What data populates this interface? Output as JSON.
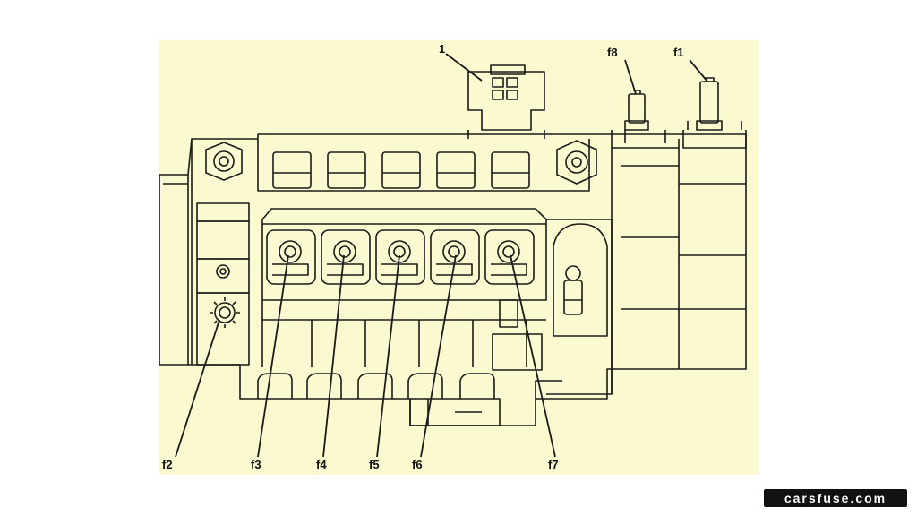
{
  "diagram": {
    "labels": {
      "part1": "1",
      "f8": "f8",
      "f1": "f1",
      "f2": "f2",
      "f3": "f3",
      "f4": "f4",
      "f5": "f5",
      "f6": "f6",
      "f7": "f7"
    }
  },
  "watermark": "carsfuse.com",
  "colors": {
    "background": "#fbf9cf",
    "lines": "#1a1a1a",
    "watermark_bg": "#111111"
  }
}
